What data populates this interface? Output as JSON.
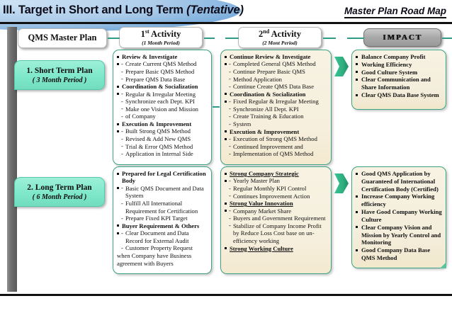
{
  "header": {
    "title_prefix": "III. Target in Short and Long Term",
    "title_tentative": "(Tentative)",
    "right_label": "Master Plan Road Map"
  },
  "columns": {
    "plan": {
      "label": "QMS Master Plan"
    },
    "activity1": {
      "label": "1st Activity",
      "ordinal_base": "1",
      "ordinal_sup": "st",
      "name": "Activity",
      "sub": "(1 Month Period)"
    },
    "activity2": {
      "label": "2nd Activity",
      "ordinal_base": "2",
      "ordinal_sup": "nd",
      "name": "Activity",
      "sub": "(2 Mont Period)"
    },
    "impact": {
      "label": "IMPACT"
    }
  },
  "rows": {
    "short": {
      "tab_main": "1. Short Term Plan",
      "tab_sub": "( 3 Month Period )",
      "activity1": [
        {
          "head": "Review & Investigate",
          "underline": false,
          "items": [
            "Create Current QMS  Method",
            "Prepare Basic QMS Method",
            "Prepare QMS Data Base"
          ]
        },
        {
          "head": "Coordination & Socialization",
          "underline": false,
          "items": [
            "Regular &  Irregular Meeting",
            "Synchronize each Dept. KPI",
            "Make one  Vision and Mission",
            "of Company"
          ]
        },
        {
          "head": "Execution & Improvement",
          "underline": false,
          "items": [
            "Built Strong QMS Method",
            "Revised & Add New QMS",
            "Trial &  Error QMS Method",
            "Application in Internal Side"
          ]
        }
      ],
      "activity2": [
        {
          "head": "Continue Review & Investigate",
          "underline": false,
          "items": [
            "Completed General QMS Method",
            "Continue Prepare Basic QMS",
            "Method Application",
            "Continue Create QMS Data Base"
          ]
        },
        {
          "head": "Coordination & Socialization",
          "underline": false,
          "items": [
            "Fixed Regular & Irregular Meeting",
            "Synchronize All Dept. KPI",
            "Create Training & Education",
            "System"
          ]
        },
        {
          "head": "Execution & Improvement",
          "underline": false,
          "items": [
            "Execution of Strong QMS Method",
            "Continued Improvement and",
            "Implementation of QMS  Method"
          ]
        }
      ],
      "impact": [
        "Balance Company Profit",
        "Working  Efficiency",
        "Good Culture System",
        "Clear Communication and Share Information",
        "Clear QMS Data Base System"
      ]
    },
    "long": {
      "tab_main": "2. Long Term Plan",
      "tab_sub": "( 6 Month Period )",
      "activity1": [
        {
          "head": "Prepared for  Legal Certification Body",
          "underline": false,
          "items": [
            "Basic QMS Document and Data System",
            "Fulfill All International Requirement for Certification",
            "Prepare Fixed KPI Target"
          ]
        },
        {
          "head": "Buyer Requirement & Others",
          "underline": false,
          "items": [
            "Clear Document and Data Record for External Audit",
            "Customer Property Request"
          ]
        }
      ],
      "activity1_trailing": "when Company have  Business agreement with Buyers",
      "activity2": [
        {
          "head": "Strong Company Strategic",
          "underline": true,
          "items": [
            "Yearly Master Plan",
            "Regular Monthly KPI Control",
            "Continues Improvement Action"
          ]
        },
        {
          "head": "Strong Value Innovation",
          "underline": true,
          "items": [
            "Company Market Share",
            "Buyers and Government Requirement",
            "Stabilize of Company Income Profit by Reduce Loss Cost base on un- efficiency working"
          ]
        },
        {
          "head": "Strong Working Culture",
          "underline": true,
          "items": []
        }
      ],
      "impact": [
        "Good QMS Application by Guaranteed of International Certification Body (Certified)",
        "Increase Company Working efficiency",
        "Have Good Company Working Culture",
        "Clear Company Vision and Mission by Yearly Control and Monitoring",
        "Good Company Data Base QMS Method"
      ]
    }
  },
  "colors": {
    "accent_teal": "#3aa383",
    "plan_tab": "#7fe8ca",
    "cream": "#f6efdd",
    "title_blue": "#7fb0dd",
    "grey_bar": "#6e6e6e"
  }
}
